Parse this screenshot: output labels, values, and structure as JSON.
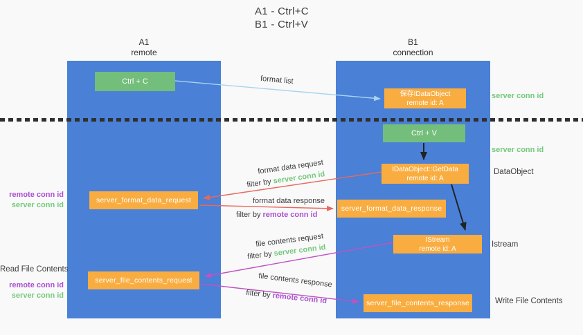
{
  "title": {
    "line1": "A1 - Ctrl+C",
    "line2": "B1 - Ctrl+V"
  },
  "lifelines": {
    "left": {
      "name": "A1",
      "role": "remote"
    },
    "right": {
      "name": "B1",
      "role": "connection"
    }
  },
  "boxes": {
    "ctrl_c": {
      "label": "Ctrl + C"
    },
    "save_dataobject": {
      "line1": "保存IDataObject",
      "line2": "remote id: A"
    },
    "ctrl_v": {
      "label": "Ctrl + V"
    },
    "getdata": {
      "line1": "IDataObject::GetData",
      "line2": "remote id: A"
    },
    "format_request": {
      "label": "server_format_data_request"
    },
    "format_response": {
      "label": "server_format_data_response"
    },
    "istream": {
      "line1": "IStream",
      "line2": "remote id: A"
    },
    "file_request": {
      "label": "server_file_contents_request"
    },
    "file_response": {
      "label": "server_file_contents_response"
    }
  },
  "arrow_labels": {
    "format_list": "format list",
    "format_data_request": "format data request",
    "filter_server_1": {
      "prefix": "filter by ",
      "highlight": "server conn id"
    },
    "format_data_response": "format data response",
    "filter_remote_1": {
      "prefix": "filter by ",
      "highlight": "remote conn id"
    },
    "file_contents_request": "file contents request",
    "filter_server_2": {
      "prefix": "filter by ",
      "highlight": "server conn id"
    },
    "file_contents_response": "file contents response",
    "filter_remote_2": {
      "prefix": "filter by ",
      "highlight": "remote conn id"
    }
  },
  "annotations": {
    "left_remote_1": "remote conn id",
    "left_server_1": "server conn id",
    "read_file_contents": "Read File Contents",
    "left_remote_2": "remote conn id",
    "left_server_2": "server conn id",
    "right_server_1": "server conn id",
    "right_server_2": "server conn id",
    "dataobject": "DataObject",
    "istream": "Istream",
    "write_file_contents": "Write File Contents"
  },
  "colors": {
    "background": "#f9f9f9",
    "panel_blue": "#4a80d6",
    "box_green": "#73be7b",
    "box_orange": "#f9ad41",
    "text_dark": "#3d3d3d",
    "text_green": "#74c97c",
    "text_purple": "#a94fd1",
    "arrow_red": "#e8685c",
    "arrow_purple": "#bf53c3",
    "arrow_blue": "#a9d4f0",
    "arrow_black": "#222222",
    "divider_dash": "#2f2f2f"
  }
}
